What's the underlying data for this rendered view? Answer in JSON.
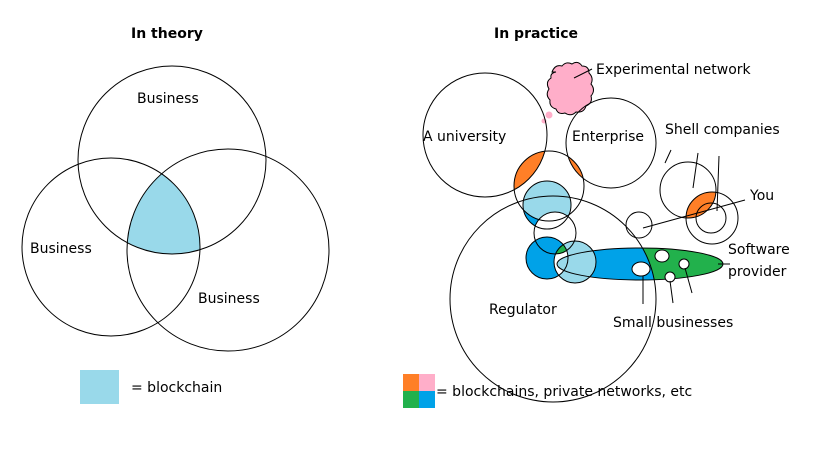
{
  "left_panel": {
    "title": "In theory",
    "circle_labels": [
      "Business",
      "Business",
      "Business"
    ],
    "legend_text": "= blockchain"
  },
  "right_panel": {
    "title": "In practice",
    "labels": {
      "experimental": "Experimental network",
      "university": "A university",
      "enterprise": "Enterprise",
      "shell": "Shell companies",
      "you": "You",
      "software1": "Software",
      "software2": "provider",
      "regulator": "Regulator",
      "small": "Small businesses"
    },
    "legend_text": "= blockchains, private networks, etc"
  },
  "colors": {
    "blockchain": "#99d9ea",
    "orange": "#ff7f27",
    "pink": "#ffaec9",
    "green": "#22b14c",
    "blue": "#00a2e8"
  }
}
